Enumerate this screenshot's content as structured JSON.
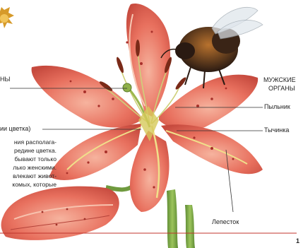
{
  "labels": {
    "left_top": "НЫ",
    "left_mid": "ии цветка)",
    "male_line1": "МУЖСКИЕ",
    "male_line2": "ОРГАНЫ",
    "anther": "Пыльник",
    "stamen": "Тычинка",
    "petal": "Лепесток",
    "page_number": "1"
  },
  "paragraph_lines": [
    "ния располага-",
    "редине цветка.",
    "бывают только",
    "лько женскими.",
    "влекают живот-",
    "комых, которые"
  ],
  "colors": {
    "petal": "#e8705e",
    "petal_dark": "#c0443a",
    "petal_light": "#f4a590",
    "stem": "#7fa64a",
    "leader_line": "#c0342c",
    "bee_body": "#2a1a12",
    "bee_fur": "#8a4a20",
    "star": "#d69a2a"
  }
}
